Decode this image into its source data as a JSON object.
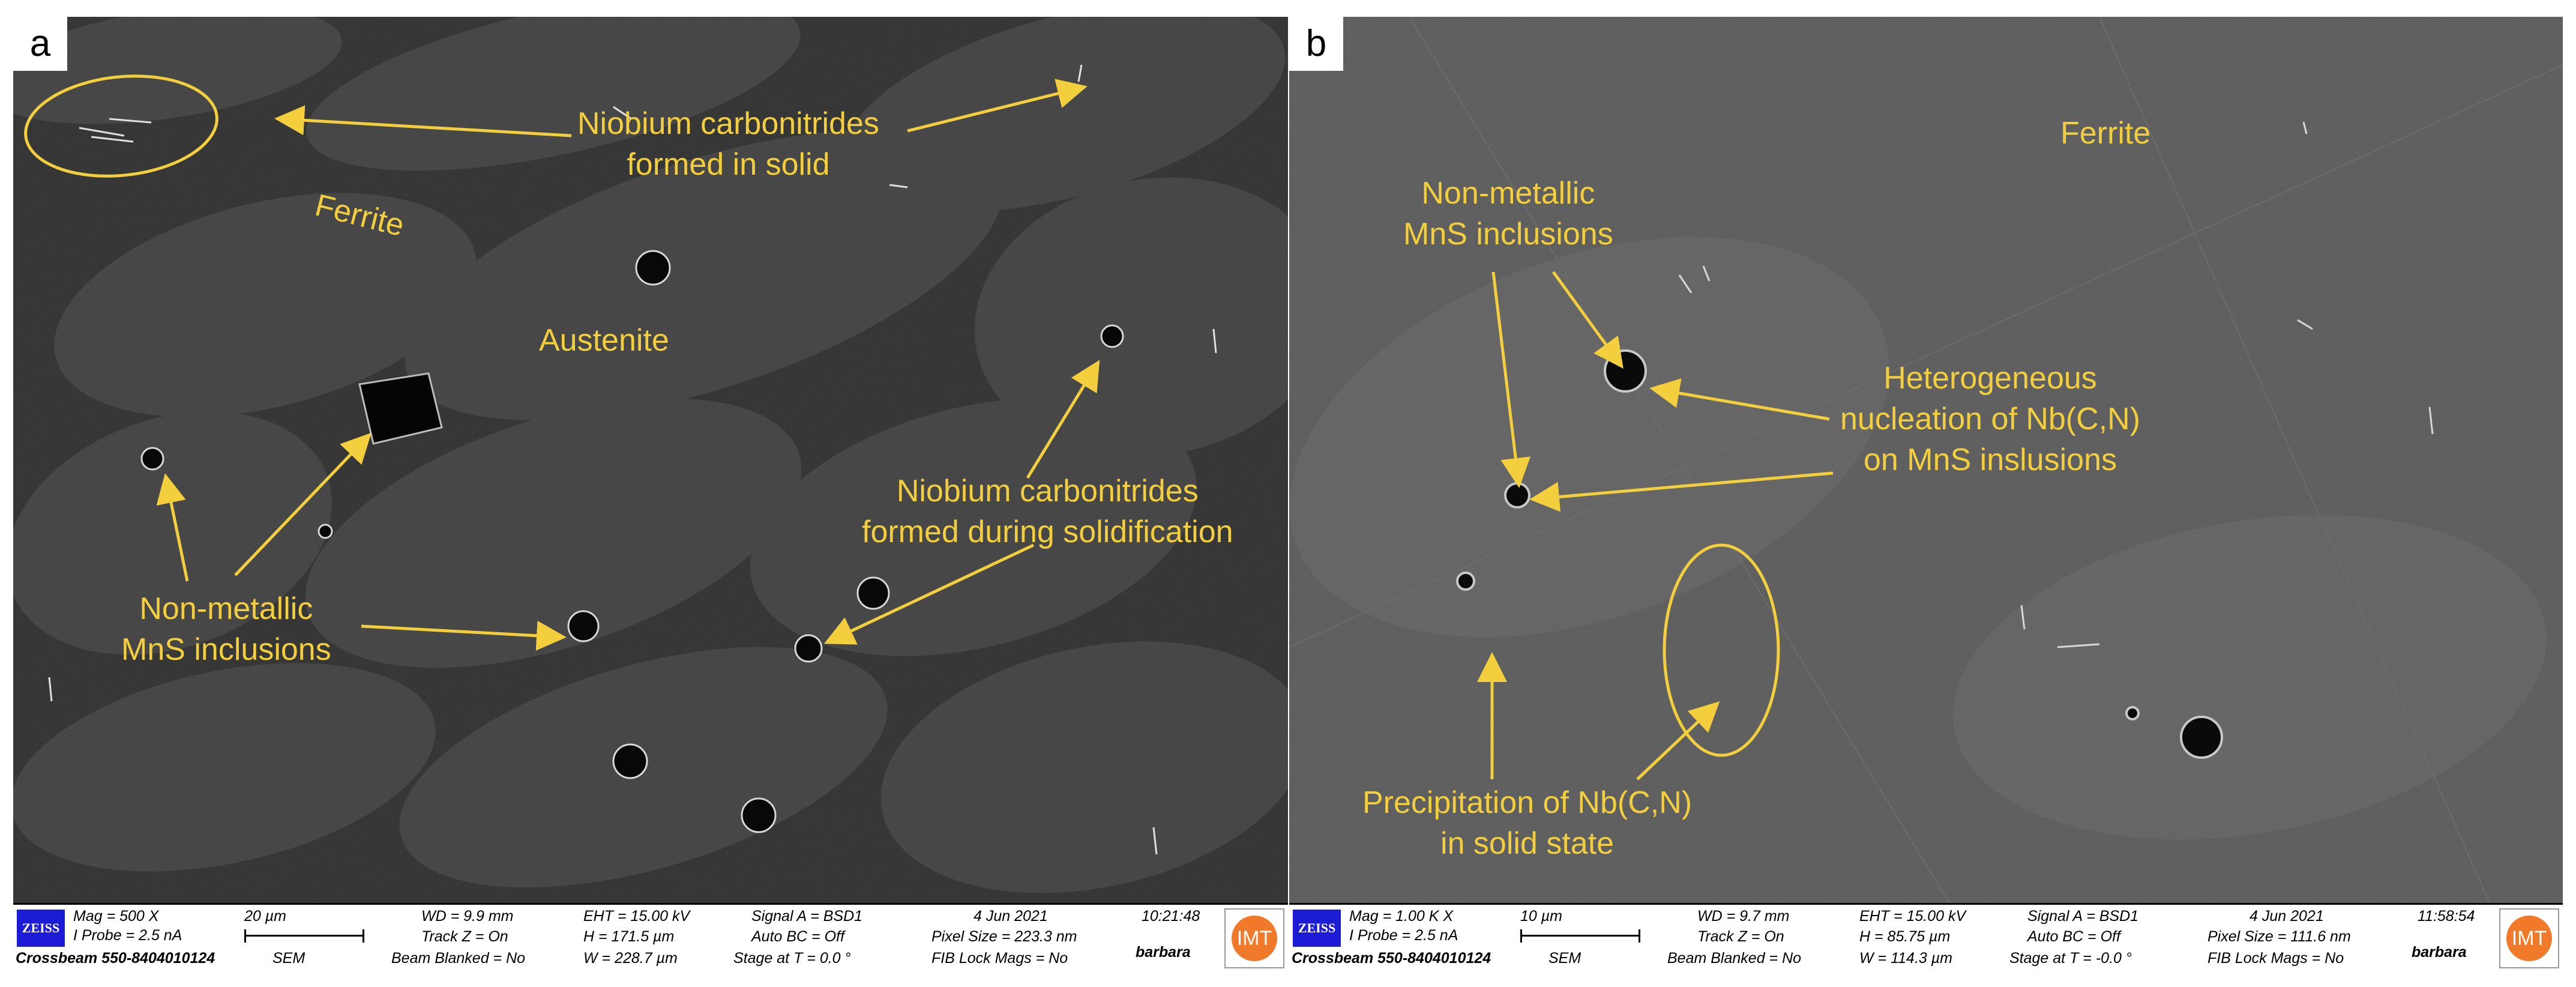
{
  "panels": [
    {
      "letter": "a",
      "labels": {
        "nb_solid_line1": "Niobium carbonitrides",
        "nb_solid_line2": "formed in solid",
        "ferrite": "Ferrite",
        "austenite": "Austenite",
        "nb_solidification_line1": "Niobium carbonitrides",
        "nb_solidification_line2": "formed during solidification",
        "mns_line1": "Non-metallic",
        "mns_line2": "MnS inclusions"
      },
      "databar": {
        "brand": "ZEISS",
        "mag": "Mag =   500 X",
        "i_probe": "I Probe =    2.5 nA",
        "device": "Crossbeam 550-8404010124",
        "scale": "20 µm",
        "mode": "SEM",
        "wd": "WD =  9.9 mm",
        "track": "Track Z = On",
        "beam": "Beam Blanked = No",
        "eht": "EHT = 15.00 kV",
        "h": "H =  171.5 µm",
        "w": "W =  228.7 µm",
        "signal": "Signal A = BSD1",
        "autobc": "Auto BC = Off",
        "stage": "Stage at T =    0.0 °",
        "date": "4 Jun 2021",
        "pixel": "Pixel Size = 223.3 nm",
        "fib": "FIB Lock Mags = No",
        "time": "10:21:48",
        "user": "barbara",
        "logo": "IMT"
      }
    },
    {
      "letter": "b",
      "labels": {
        "ferrite": "Ferrite",
        "mns_line1": "Non-metallic",
        "mns_line2": "MnS inclusions",
        "hetero_line1": "Heterogeneous",
        "hetero_line2": "nucleation of Nb(C,N)",
        "hetero_line3": "on MnS inslusions",
        "precip_line1": "Precipitation of Nb(C,N)",
        "precip_line2": "in solid state"
      },
      "databar": {
        "brand": "ZEISS",
        "mag": "Mag =   1.00 K X",
        "i_probe": "I Probe =    2.5 nA",
        "device": "Crossbeam 550-8404010124",
        "scale": "10 µm",
        "mode": "SEM",
        "wd": "WD =  9.7 mm",
        "track": "Track Z = On",
        "beam": "Beam Blanked = No",
        "eht": "EHT = 15.00 kV",
        "h": "H =  85.75 µm",
        "w": "W =  114.3 µm",
        "signal": "Signal A = BSD1",
        "autobc": "Auto BC = Off",
        "stage": "Stage at T =   -0.0 °",
        "date": "4 Jun 2021",
        "pixel": "Pixel Size = 111.6 nm",
        "fib": "FIB Lock Mags = No",
        "time": "11:58:54",
        "user": "barbara",
        "logo": "IMT"
      }
    }
  ],
  "colors": {
    "annotation": "#f3cf3e",
    "austenite_matrix": "#3a3a3a",
    "ferrite_phase": "#2a2a2a",
    "panel_b_matrix": "#595959",
    "inclusion": "#0a0a0a"
  }
}
